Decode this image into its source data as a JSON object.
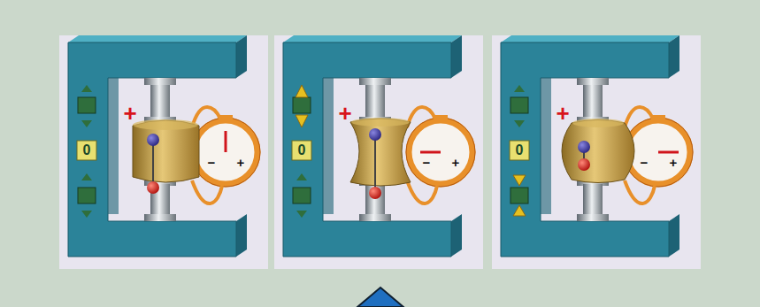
{
  "diagram": {
    "labels": [
      "+",
      "0",
      "−",
      "+",
      "+",
      "0",
      "−",
      "+",
      "+",
      "0",
      "−",
      "+"
    ]
  }
}
